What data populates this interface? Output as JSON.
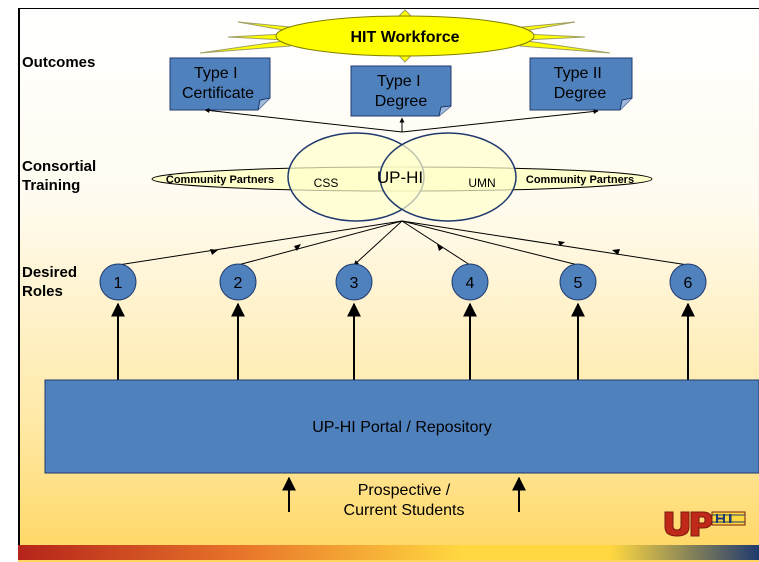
{
  "labels": {
    "outcomes": "Outcomes",
    "consortial_training": "Consortial\nTraining",
    "desired_roles": "Desired\nRoles"
  },
  "workforce": {
    "text": "HIT Workforce"
  },
  "outcome_boxes": [
    {
      "text": "Type I\nCertificate"
    },
    {
      "text": "Type I\nDegree"
    },
    {
      "text": "Type II\nDegree"
    }
  ],
  "training": {
    "community_partners_left": "Community Partners",
    "css": "CSS",
    "uphi": "UP-HI",
    "umn": "UMN",
    "community_partners_right": "Community Partners"
  },
  "roles": [
    "1",
    "2",
    "3",
    "4",
    "5",
    "6"
  ],
  "portal": {
    "text": "UP-HI Portal / Repository"
  },
  "students": {
    "text": "Prospective /\nCurrent Students"
  },
  "logo": {
    "text": "UPHI"
  },
  "colors": {
    "box_blue": "#4f81bd",
    "burst_yellow": "#ffff00",
    "ellipse_fill": "#ffffcc"
  }
}
